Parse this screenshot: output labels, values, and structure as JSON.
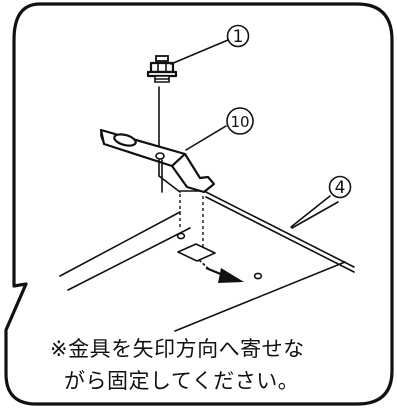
{
  "callouts": {
    "screw": "1",
    "bracket": "10",
    "panel": "4"
  },
  "note": {
    "line1": "※金具を矢印方向へ寄せな",
    "line2": "がら固定してください。"
  },
  "icons": {
    "screw": "screw-icon",
    "bracket": "mounting-bracket-icon",
    "arrow": "direction-arrow-icon"
  }
}
